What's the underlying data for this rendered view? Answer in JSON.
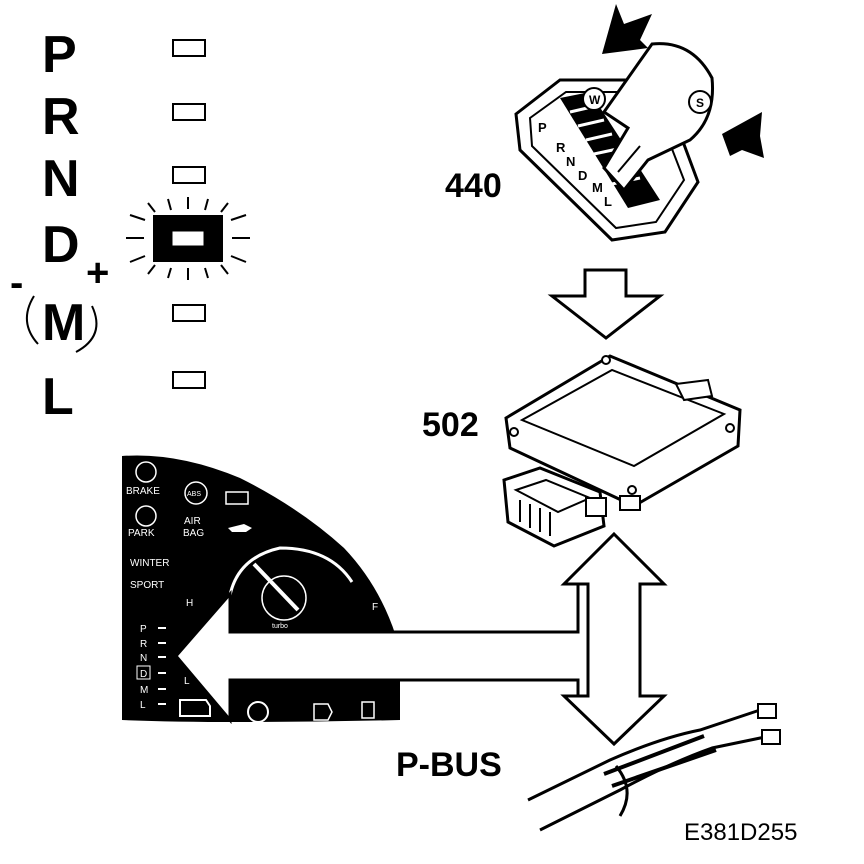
{
  "gear_positions": [
    "P",
    "R",
    "N",
    "D",
    "M",
    "L"
  ],
  "minus_sign": "-",
  "plus_sign": "+",
  "labels": {
    "shifter": "440",
    "control_module": "502",
    "bus": "P-BUS",
    "figure_code": "E381D255"
  },
  "shifter_gate": {
    "letters": [
      "P",
      "R",
      "N",
      "D",
      "M",
      "L"
    ],
    "button_w": "W",
    "button_s": "S"
  },
  "cluster": {
    "brake": "BRAKE",
    "park": "PARK",
    "air": "AIR",
    "bag": "BAG",
    "abs": "ABS",
    "winter": "WINTER",
    "sport": "SPORT",
    "turbo": "turbo",
    "h": "H",
    "f": "F",
    "prnd": [
      "P",
      "R",
      "N",
      "D",
      "M",
      "L"
    ],
    "l_mark": "L"
  },
  "colors": {
    "ink": "#000000",
    "paper": "#ffffff"
  }
}
